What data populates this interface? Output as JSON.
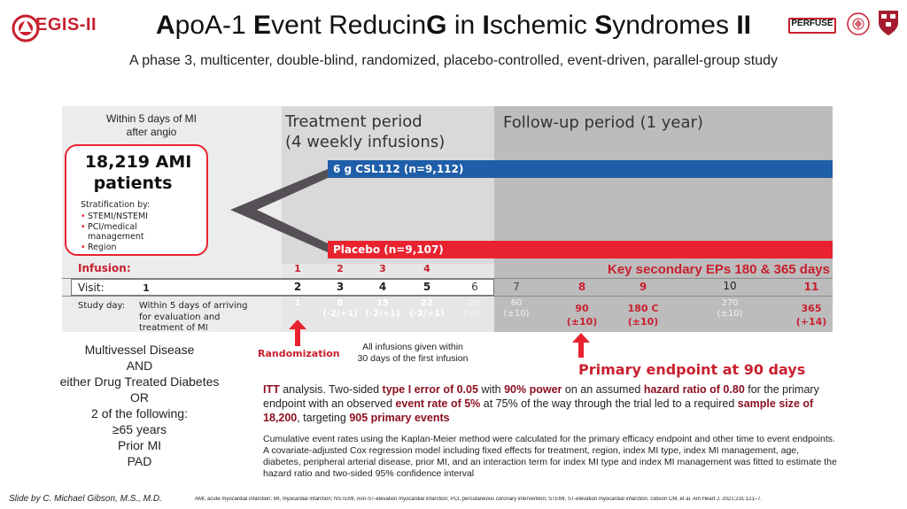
{
  "header": {
    "logo_text": "EGIS-II",
    "title_parts": [
      {
        "b": "A"
      },
      {
        "t": "poA-1 "
      },
      {
        "b": "E"
      },
      {
        "t": "vent Reducin"
      },
      {
        "b": "G"
      },
      {
        "t": " in "
      },
      {
        "b": "I"
      },
      {
        "t": "schemic "
      },
      {
        "b": "S"
      },
      {
        "t": "yndromes "
      },
      {
        "b": "II"
      }
    ],
    "subtitle": "A phase 3, multicenter, double-blind, randomized, placebo-controlled, event-driven, parallel-group study",
    "perfuse": "PERFUSE"
  },
  "left": {
    "within_mi": "Within 5 days of MI\nafter angio",
    "patients_line1": "18,219 AMI",
    "patients_line2": "patients",
    "stratification_title": "Stratification by:",
    "strat_items": [
      "STEMI/NSTEMI",
      "PCI/medical\nmanagement",
      "Region"
    ]
  },
  "periods": {
    "treatment": "Treatment period\n(4 weekly infusions)",
    "followup": "Follow-up period (1 year)"
  },
  "arms": {
    "active": "6 g CSL112 (n=9,112)",
    "placebo": "Placebo (n=9,107)"
  },
  "rows": {
    "infusion_label": "Infusion:",
    "infusions": [
      "1",
      "2",
      "3",
      "4"
    ],
    "key_secondary": "Key secondary EPs 180 & 365 days",
    "visit_label": "Visit:",
    "visit_1": "1",
    "visits_treat": [
      "2",
      "3",
      "4",
      "5"
    ],
    "visits_grey": [
      "6",
      "7"
    ],
    "visit_8": "8",
    "visit_9": "9",
    "visit_10": "10",
    "visit_11": "11",
    "study_day_label": "Study day:",
    "study_day_desc": "Within 5 days of arriving\nfor evaluation and\ntreatment of MI",
    "days_treat": [
      "1",
      "8\n(-2/+1)",
      "15\n(-2/+1)",
      "22\n(-2/+1)"
    ],
    "day_29": "29\n(±2)",
    "day_60": "60\n(±10)",
    "day_90": "90\n(±10)",
    "day_180": "180 C\n(±10)",
    "day_270": "270\n(±10)",
    "day_365": "365\n(+14)"
  },
  "annotations": {
    "randomization": "Randomization",
    "all_infusions": "All infusions given within\n30  days of the first infusion",
    "primary_endpoint": "Primary endpoint at 90 days"
  },
  "criteria": [
    "Multivessel Disease",
    "AND",
    "either Drug Treated Diabetes",
    "OR",
    "2 of the following:",
    "≥65 years",
    "Prior MI",
    "PAD"
  ],
  "itt": {
    "segments": [
      {
        "k": true,
        "t": "ITT"
      },
      {
        "k": false,
        "t": " analysis. Two-sided "
      },
      {
        "k": true,
        "t": "type I error of 0.05"
      },
      {
        "k": false,
        "t": " with "
      },
      {
        "k": true,
        "t": "90% power"
      },
      {
        "k": false,
        "t": " on an assumed "
      },
      {
        "k": true,
        "t": "hazard ratio of 0.80"
      },
      {
        "k": false,
        "t": " for the primary endpoint with an observed "
      },
      {
        "k": true,
        "t": "event rate of 5%"
      },
      {
        "k": false,
        "t": " at 75% of the way through the trial led to a required "
      },
      {
        "k": true,
        "t": "sample size of 18,200"
      },
      {
        "k": false,
        "t": ", targeting "
      },
      {
        "k": true,
        "t": "905 primary events"
      }
    ]
  },
  "methods": "Cumulative event rates using the Kaplan-Meier method were calculated for the primary efficacy endpoint and other time to event endpoints. A covariate-adjusted Cox regression model including fixed effects for treatment, region, index MI type, index MI management, age, diabetes, peripheral arterial disease, prior MI, and an interaction term for index MI type and index MI management was fitted to estimate the hazard ratio and two-sided 95% confidence interval",
  "footer": {
    "credit": "Slide by C. Michael Gibson, M.S., M.D.",
    "abbrev": "AMI, acute myocardial infarction; MI, myocardial infarction; NSTEMI, non-ST-elevation myocardial infarction; PCI, percutaneous coronary intervention; STEMI, ST-elevation myocardial infarction. Gibson CM, et al. Am Heart J. 2021;231:121–7."
  },
  "colors": {
    "red": "#e8232f",
    "blue": "#1f5ea8",
    "dark_red": "#8b0f1f"
  }
}
